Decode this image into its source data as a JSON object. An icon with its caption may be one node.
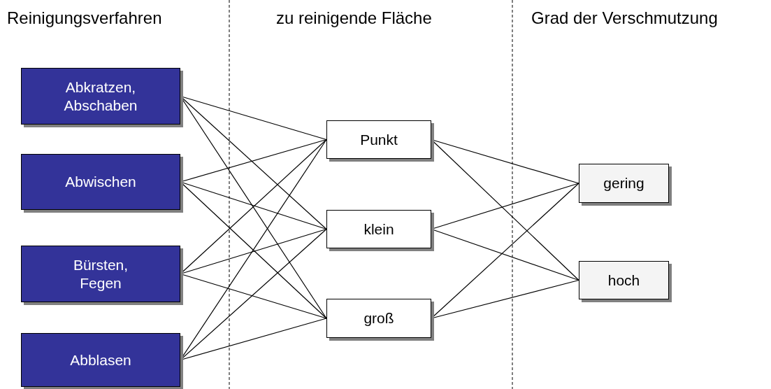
{
  "diagram": {
    "nodes": [
      {
        "text": [
          "Abkratzen, Abschaben"
        ]
      },
      {
        "text": [
          "Abwischen"
        ]
      },
      {
        "text": [
          "Bürsten, Fegen"
        ]
      },
      {
        "text": [
          "Abblasen"
        ]
      },
      {
        "text": [
          "Punkt"
        ]
      },
      {
        "text": [
          "klein"
        ]
      },
      {
        "text": [
          "groß"
        ]
      },
      {
        "text": [
          "gering"
        ]
      },
      {
        "text": [
          "hoch"
        ]
      }
    ],
    "edges": [
      {
        "from": 0,
        "to": 4,
        "arrow": "none"
      },
      {
        "from": 0,
        "to": 5,
        "arrow": "none"
      },
      {
        "from": 0,
        "to": 6,
        "arrow": "none"
      },
      {
        "from": 1,
        "to": 4,
        "arrow": "none"
      },
      {
        "from": 1,
        "to": 5,
        "arrow": "none"
      },
      {
        "from": 1,
        "to": 6,
        "arrow": "none"
      },
      {
        "from": 2,
        "to": 4,
        "arrow": "none"
      },
      {
        "from": 2,
        "to": 5,
        "arrow": "none"
      },
      {
        "from": 2,
        "to": 6,
        "arrow": "none"
      },
      {
        "from": 3,
        "to": 4,
        "arrow": "none"
      },
      {
        "from": 3,
        "to": 5,
        "arrow": "none"
      },
      {
        "from": 3,
        "to": 6,
        "arrow": "none"
      },
      {
        "from": 4,
        "to": 7,
        "arrow": "none"
      },
      {
        "from": 4,
        "to": 8,
        "arrow": "none"
      },
      {
        "from": 5,
        "to": 7,
        "arrow": "none"
      },
      {
        "from": 5,
        "to": 8,
        "arrow": "none"
      },
      {
        "from": 6,
        "to": 7,
        "arrow": "none"
      },
      {
        "from": 6,
        "to": 8,
        "arrow": "none"
      }
    ],
    "labels": [
      "Reinigungsverfahren",
      "zu reinigende Fläche",
      "Grad der Verschmutzung"
    ]
  }
}
